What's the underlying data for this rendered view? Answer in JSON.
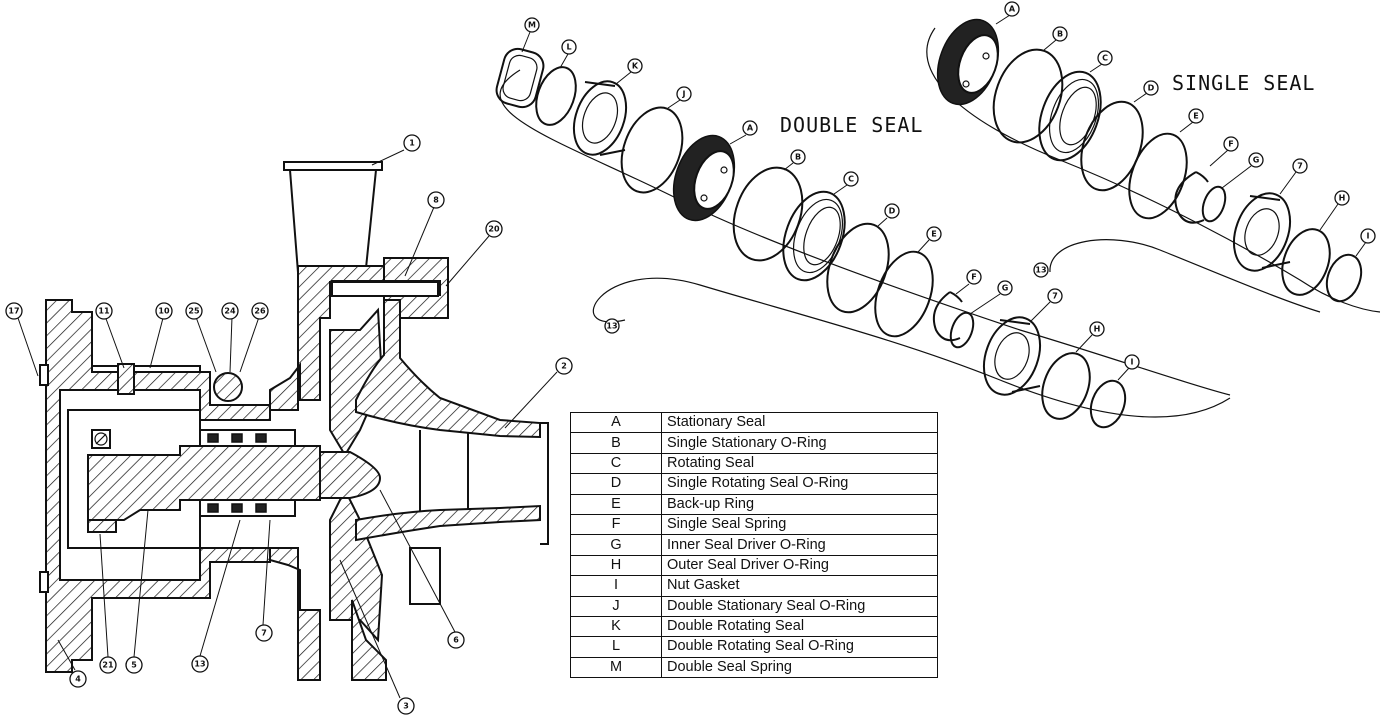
{
  "views": {
    "double_title": "DOUBLE SEAL",
    "single_title": "SINGLE SEAL"
  },
  "callouts": {
    "assembly": [
      "1",
      "2",
      "3",
      "4",
      "5",
      "6",
      "7",
      "8",
      "10",
      "11",
      "13",
      "17",
      "20",
      "21",
      "24",
      "25",
      "26"
    ],
    "double_exploded": [
      "M",
      "L",
      "K",
      "J",
      "A",
      "B",
      "C",
      "D",
      "E",
      "F",
      "G",
      "7",
      "H",
      "I",
      "13"
    ],
    "single_exploded": [
      "A",
      "B",
      "C",
      "D",
      "E",
      "F",
      "G",
      "7",
      "H",
      "I",
      "13"
    ]
  },
  "legend": [
    {
      "key": "A",
      "description": "Stationary Seal"
    },
    {
      "key": "B",
      "description": "Single Stationary O-Ring"
    },
    {
      "key": "C",
      "description": "Rotating Seal"
    },
    {
      "key": "D",
      "description": "Single Rotating Seal O-Ring"
    },
    {
      "key": "E",
      "description": "Back-up Ring"
    },
    {
      "key": "F",
      "description": "Single Seal Spring"
    },
    {
      "key": "G",
      "description": "Inner Seal Driver O-Ring"
    },
    {
      "key": "H",
      "description": "Outer Seal Driver O-Ring"
    },
    {
      "key": "I",
      "description": "Nut Gasket"
    },
    {
      "key": "J",
      "description": "Double Stationary Seal O-Ring"
    },
    {
      "key": "K",
      "description": "Double Rotating Seal"
    },
    {
      "key": "L",
      "description": "Double Rotating Seal O-Ring"
    },
    {
      "key": "M",
      "description": "Double Seal Spring"
    }
  ]
}
